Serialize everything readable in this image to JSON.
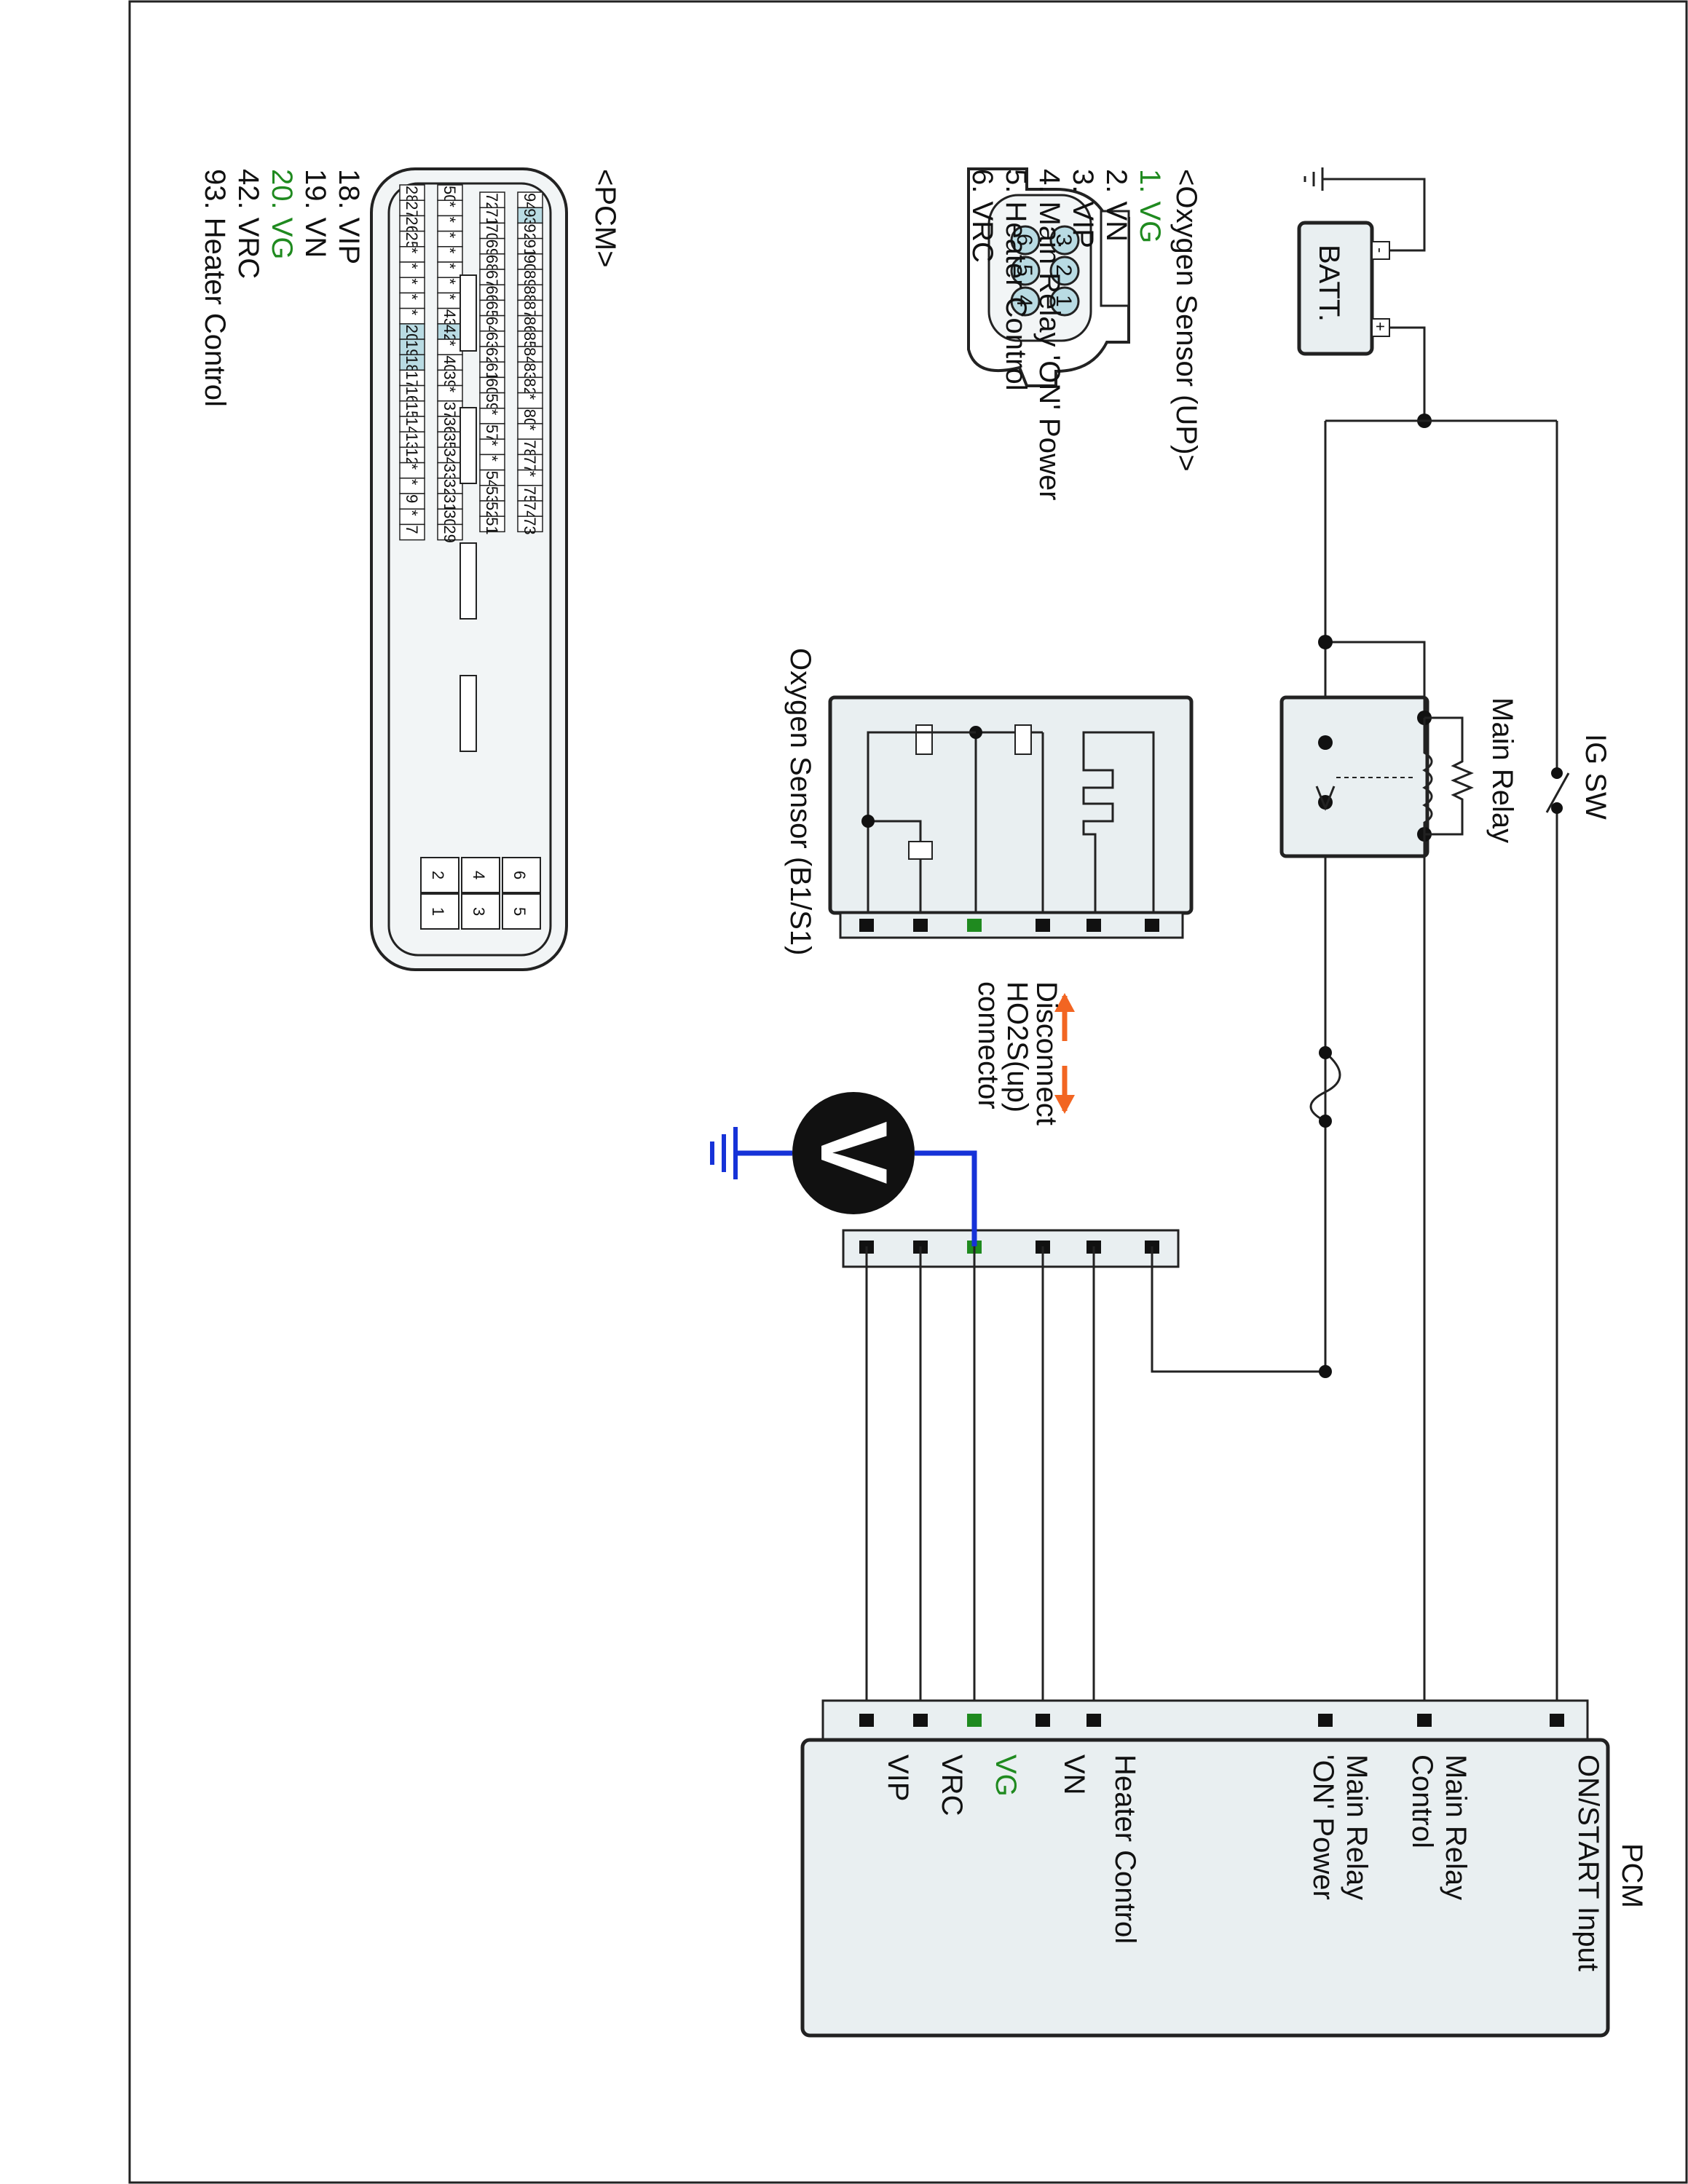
{
  "colors": {
    "highlight": "#b9dbe3",
    "green_signal": "#1f8a1f",
    "meter_lead": "#1632d8",
    "arrow": "#f26522"
  },
  "connectors": {
    "oxygen_sensor_up": {
      "title": "<Oxygen Sensor (UP)>",
      "pins": [
        "1. VG",
        "2. VN",
        "3. VIP",
        "4. Main Relay  'ON' Power",
        "5. Heater Control",
        "6. VRC"
      ],
      "highlight_index": 0,
      "face_pins": [
        "1",
        "2",
        "3",
        "4",
        "5",
        "6"
      ]
    },
    "pcm": {
      "title": "<PCM>",
      "pins": [
        "18. VIP",
        "19. VN",
        "20. VG",
        "42. VRC",
        "93. Heater Control"
      ],
      "highlight_index": 2,
      "grid_rows": [
        [
          "94",
          "93",
          "92",
          "91",
          "90",
          "89",
          "88",
          "87",
          "86",
          "85",
          "84",
          "83",
          "82",
          "*",
          "80",
          "*",
          "78",
          "77",
          "*",
          "75",
          "74",
          "73"
        ],
        [
          "72",
          "71",
          "70",
          "69",
          "68",
          "67",
          "66",
          "65",
          "64",
          "63",
          "62",
          "61",
          "60",
          "59",
          "*",
          "57",
          "*",
          "*",
          "54",
          "53",
          "52",
          "51"
        ],
        [
          "50",
          "*",
          "*",
          "*",
          "*",
          "*",
          "*",
          "*",
          "43",
          "42",
          "*",
          "40",
          "39",
          "*",
          "37",
          "36",
          "35",
          "34",
          "33",
          "32",
          "31",
          "30",
          "29"
        ],
        [
          "28",
          "27",
          "26",
          "25",
          "*",
          "*",
          "*",
          "*",
          "*",
          "20",
          "19",
          "18",
          "17",
          "16",
          "15",
          "14",
          "13",
          "12",
          "*",
          "*",
          "9",
          "*",
          "7"
        ]
      ],
      "grid_highlight": [
        "93",
        "42",
        "20",
        "19",
        "18"
      ],
      "small_pins": [
        "6",
        "5",
        "4",
        "3",
        "2",
        "1"
      ]
    }
  },
  "schematic": {
    "battery_label": "BATT.",
    "ig_sw_label": "IG SW",
    "main_relay_label": "Main Relay",
    "oxygen_sensor_label": "Oxygen Sensor (B1/S1)",
    "disconnect_lines": [
      "Disconnect",
      "HO2S(up)",
      "connector"
    ],
    "voltmeter_symbol": "V",
    "pcm_title": "PCM",
    "pcm_terminals": [
      {
        "lines": [
          "ON/START Input"
        ],
        "green": false
      },
      {
        "lines": [
          "Main Relay",
          "Control"
        ],
        "green": false
      },
      {
        "lines": [
          "Main Relay",
          "'ON' Power"
        ],
        "green": false
      },
      {
        "lines": [
          "Heater Control"
        ],
        "green": false
      },
      {
        "lines": [
          "VN"
        ],
        "green": false
      },
      {
        "lines": [
          "VG"
        ],
        "green": true
      },
      {
        "lines": [
          "VRC"
        ],
        "green": false
      },
      {
        "lines": [
          "VIP"
        ],
        "green": false
      }
    ]
  }
}
